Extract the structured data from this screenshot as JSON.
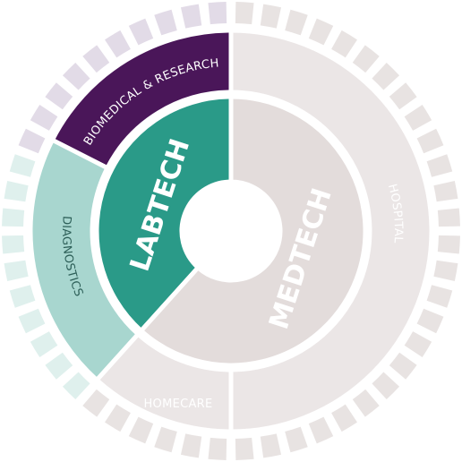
{
  "colors": {
    "purple": "#4a1659",
    "purple_light": "#e2dbe7",
    "teal": "#2a9a88",
    "teal_light": "#a8d6cf",
    "teal_faint": "#dff0ed",
    "grey": "#e3dcdb",
    "grey_light": "#ebe6e6",
    "grey_ring": "#e8e3e2",
    "white": "#ffffff"
  },
  "inner": {
    "labtech": "LABTECH",
    "medtech": "MEDTECH"
  },
  "middle": {
    "biomedical": "BIOMEDICAL & RESEARCH",
    "diagnostics": "DIAGNOSTICS",
    "homecare": "HOMECARE",
    "hospital": "HOSPITAL"
  }
}
